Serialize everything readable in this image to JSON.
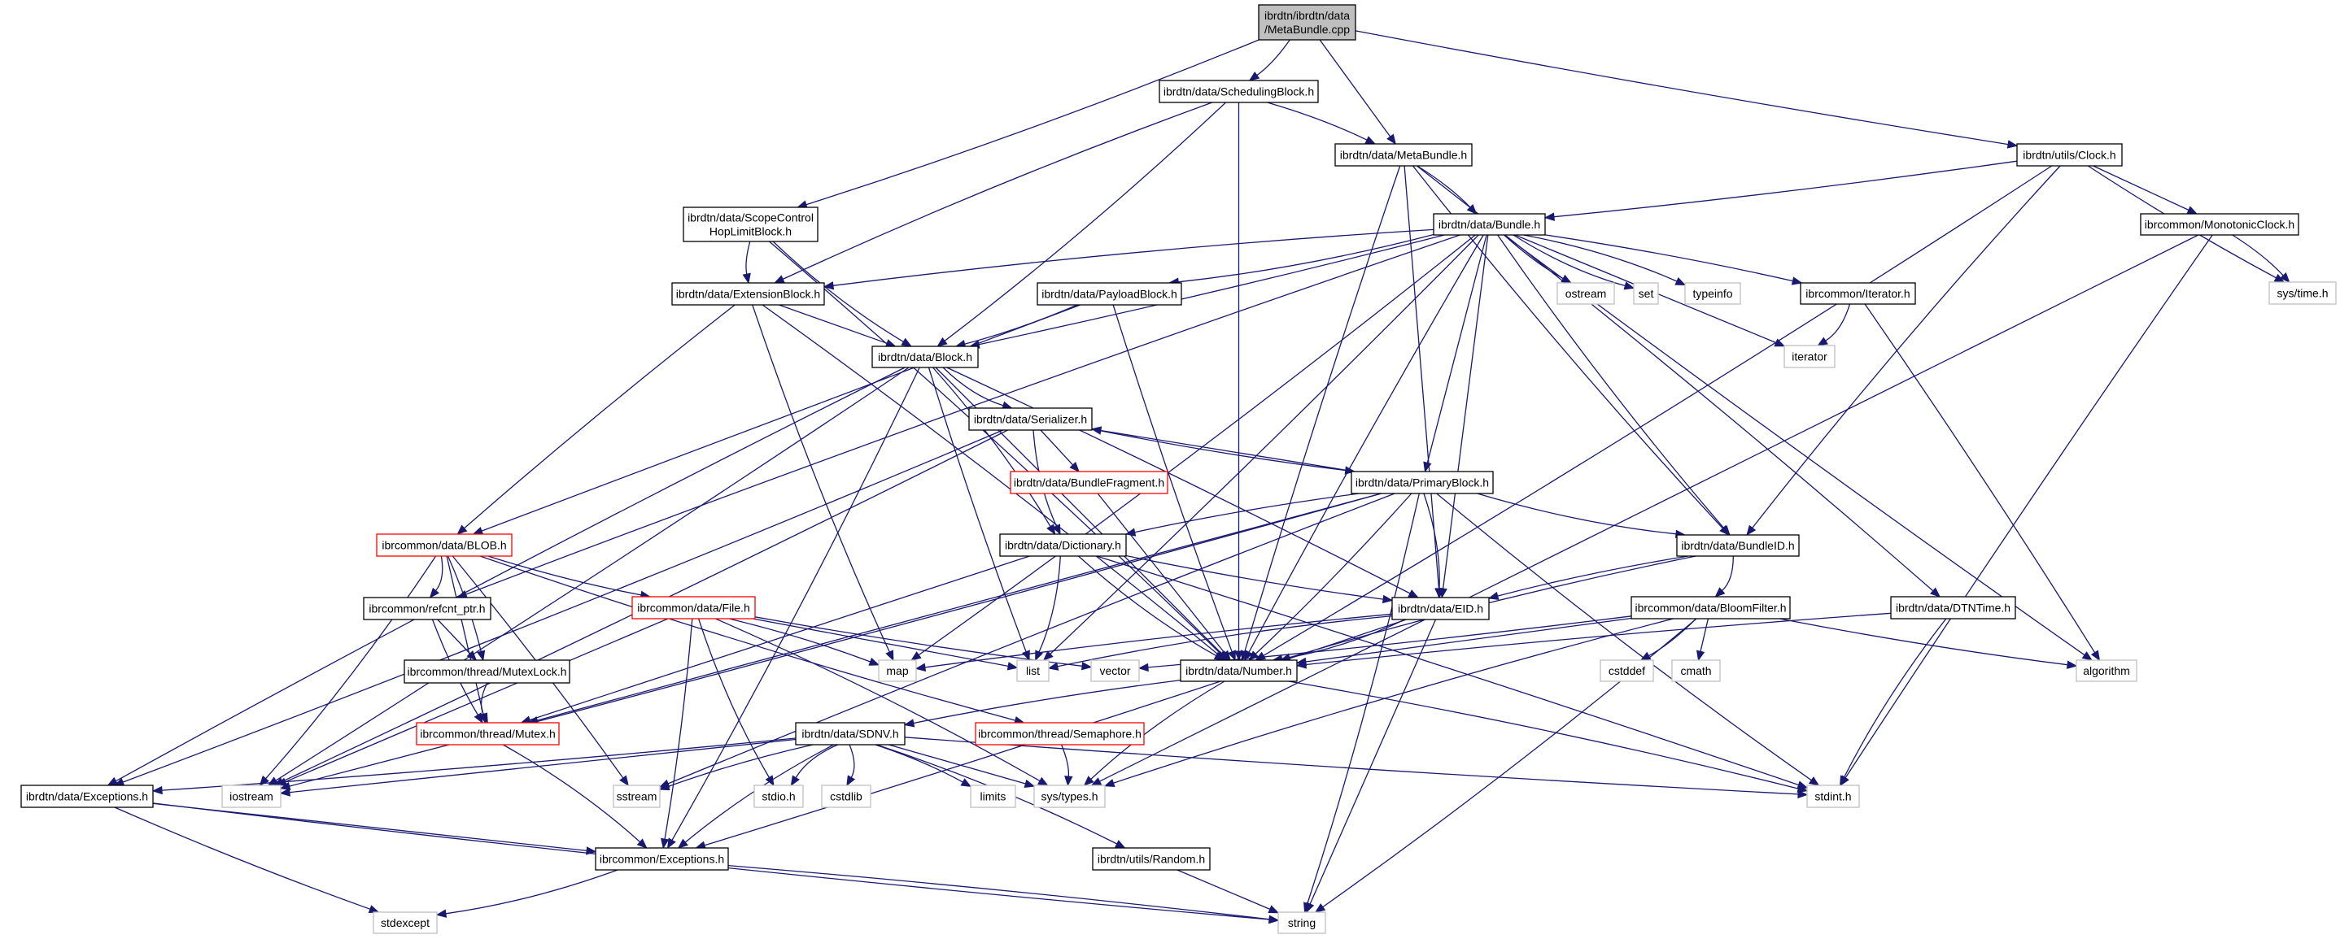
{
  "diagram": {
    "title": "ibrdtn/ibrdtn/data/MetaBundle.cpp include dependency graph",
    "colors": {
      "edge": "#191970",
      "root_fill": "#bfbfbf",
      "missing_border": "#ff0000",
      "system_border": "#bfbfbf",
      "node_border": "#000000"
    },
    "nodes": [
      {
        "id": "root",
        "label": [
          "ibrdtn/ibrdtn/data",
          "/MetaBundle.cpp"
        ],
        "kind": "root"
      },
      {
        "id": "SchedulingBlock",
        "label": [
          "ibrdtn/data/SchedulingBlock.h"
        ],
        "kind": "normal"
      },
      {
        "id": "MetaBundleH",
        "label": [
          "ibrdtn/data/MetaBundle.h"
        ],
        "kind": "normal"
      },
      {
        "id": "Clock",
        "label": [
          "ibrdtn/utils/Clock.h"
        ],
        "kind": "normal"
      },
      {
        "id": "ScopeControl",
        "label": [
          "ibrdtn/data/ScopeControl",
          "HopLimitBlock.h"
        ],
        "kind": "normal"
      },
      {
        "id": "Bundle",
        "label": [
          "ibrdtn/data/Bundle.h"
        ],
        "kind": "normal"
      },
      {
        "id": "MonotonicClock",
        "label": [
          "ibrcommon/MonotonicClock.h"
        ],
        "kind": "normal"
      },
      {
        "id": "systime",
        "label": [
          "sys/time.h"
        ],
        "kind": "system"
      },
      {
        "id": "ExtensionBlock",
        "label": [
          "ibrdtn/data/ExtensionBlock.h"
        ],
        "kind": "normal"
      },
      {
        "id": "PayloadBlock",
        "label": [
          "ibrdtn/data/PayloadBlock.h"
        ],
        "kind": "normal"
      },
      {
        "id": "ostream",
        "label": [
          "ostream"
        ],
        "kind": "system"
      },
      {
        "id": "set",
        "label": [
          "set"
        ],
        "kind": "system"
      },
      {
        "id": "typeinfo",
        "label": [
          "typeinfo"
        ],
        "kind": "system"
      },
      {
        "id": "Iterator",
        "label": [
          "ibrcommon/Iterator.h"
        ],
        "kind": "normal"
      },
      {
        "id": "iterator",
        "label": [
          "iterator"
        ],
        "kind": "system"
      },
      {
        "id": "Block",
        "label": [
          "ibrdtn/data/Block.h"
        ],
        "kind": "normal"
      },
      {
        "id": "Serializer",
        "label": [
          "ibrdtn/data/Serializer.h"
        ],
        "kind": "normal"
      },
      {
        "id": "BundleFragment",
        "label": [
          "ibrdtn/data/BundleFragment.h"
        ],
        "kind": "missing"
      },
      {
        "id": "PrimaryBlock",
        "label": [
          "ibrdtn/data/PrimaryBlock.h"
        ],
        "kind": "normal"
      },
      {
        "id": "BLOB",
        "label": [
          "ibrcommon/data/BLOB.h"
        ],
        "kind": "missing"
      },
      {
        "id": "Dictionary",
        "label": [
          "ibrdtn/data/Dictionary.h"
        ],
        "kind": "normal"
      },
      {
        "id": "BundleID",
        "label": [
          "ibrdtn/data/BundleID.h"
        ],
        "kind": "normal"
      },
      {
        "id": "refcnt",
        "label": [
          "ibrcommon/refcnt_ptr.h"
        ],
        "kind": "normal"
      },
      {
        "id": "File",
        "label": [
          "ibrcommon/data/File.h"
        ],
        "kind": "missing"
      },
      {
        "id": "EID",
        "label": [
          "ibrdtn/data/EID.h"
        ],
        "kind": "normal"
      },
      {
        "id": "BloomFilter",
        "label": [
          "ibrcommon/data/BloomFilter.h"
        ],
        "kind": "normal"
      },
      {
        "id": "DTNTime",
        "label": [
          "ibrdtn/data/DTNTime.h"
        ],
        "kind": "normal"
      },
      {
        "id": "MutexLock",
        "label": [
          "ibrcommon/thread/MutexLock.h"
        ],
        "kind": "normal"
      },
      {
        "id": "map",
        "label": [
          "map"
        ],
        "kind": "system"
      },
      {
        "id": "list",
        "label": [
          "list"
        ],
        "kind": "system"
      },
      {
        "id": "vector",
        "label": [
          "vector"
        ],
        "kind": "system"
      },
      {
        "id": "Number",
        "label": [
          "ibrdtn/data/Number.h"
        ],
        "kind": "normal"
      },
      {
        "id": "cstddef",
        "label": [
          "cstddef"
        ],
        "kind": "system"
      },
      {
        "id": "cmath",
        "label": [
          "cmath"
        ],
        "kind": "system"
      },
      {
        "id": "algorithm",
        "label": [
          "algorithm"
        ],
        "kind": "system"
      },
      {
        "id": "Mutex",
        "label": [
          "ibrcommon/thread/Mutex.h"
        ],
        "kind": "missing"
      },
      {
        "id": "SDNV",
        "label": [
          "ibrdtn/data/SDNV.h"
        ],
        "kind": "normal"
      },
      {
        "id": "Semaphore",
        "label": [
          "ibrcommon/thread/Semaphore.h"
        ],
        "kind": "missing"
      },
      {
        "id": "ExceptionsDtn",
        "label": [
          "ibrdtn/data/Exceptions.h"
        ],
        "kind": "normal"
      },
      {
        "id": "iostream",
        "label": [
          "iostream"
        ],
        "kind": "system"
      },
      {
        "id": "sstream",
        "label": [
          "sstream"
        ],
        "kind": "system"
      },
      {
        "id": "stdio",
        "label": [
          "stdio.h"
        ],
        "kind": "system"
      },
      {
        "id": "cstdlib",
        "label": [
          "cstdlib"
        ],
        "kind": "system"
      },
      {
        "id": "limits",
        "label": [
          "limits"
        ],
        "kind": "system"
      },
      {
        "id": "systypes",
        "label": [
          "sys/types.h"
        ],
        "kind": "system"
      },
      {
        "id": "stdint",
        "label": [
          "stdint.h"
        ],
        "kind": "system"
      },
      {
        "id": "ExceptionsCommon",
        "label": [
          "ibrcommon/Exceptions.h"
        ],
        "kind": "normal"
      },
      {
        "id": "Random",
        "label": [
          "ibrdtn/utils/Random.h"
        ],
        "kind": "normal"
      },
      {
        "id": "stdexcept",
        "label": [
          "stdexcept"
        ],
        "kind": "system"
      },
      {
        "id": "string",
        "label": [
          "string"
        ],
        "kind": "system"
      }
    ],
    "edges": [
      [
        "root",
        "ScopeControl"
      ],
      [
        "root",
        "SchedulingBlock"
      ],
      [
        "root",
        "MetaBundleH"
      ],
      [
        "root",
        "Clock"
      ],
      [
        "SchedulingBlock",
        "ExtensionBlock"
      ],
      [
        "SchedulingBlock",
        "Block"
      ],
      [
        "SchedulingBlock",
        "MetaBundleH"
      ],
      [
        "SchedulingBlock",
        "Number"
      ],
      [
        "ScopeControl",
        "ExtensionBlock"
      ],
      [
        "ScopeControl",
        "Block"
      ],
      [
        "ScopeControl",
        "Number"
      ],
      [
        "MetaBundleH",
        "Bundle"
      ],
      [
        "MetaBundleH",
        "EID"
      ],
      [
        "MetaBundleH",
        "Number"
      ],
      [
        "MetaBundleH",
        "BundleID"
      ],
      [
        "MetaBundleH",
        "DTNTime"
      ],
      [
        "Clock",
        "Bundle"
      ],
      [
        "Clock",
        "MonotonicClock"
      ],
      [
        "Clock",
        "systime"
      ],
      [
        "Clock",
        "BundleID"
      ],
      [
        "Clock",
        "Number"
      ],
      [
        "MonotonicClock",
        "systime"
      ],
      [
        "MonotonicClock",
        "systypes"
      ],
      [
        "MonotonicClock",
        "stdint"
      ],
      [
        "Bundle",
        "ExtensionBlock"
      ],
      [
        "Bundle",
        "PayloadBlock"
      ],
      [
        "Bundle",
        "Block"
      ],
      [
        "Bundle",
        "PrimaryBlock"
      ],
      [
        "Bundle",
        "ostream"
      ],
      [
        "Bundle",
        "set"
      ],
      [
        "Bundle",
        "typeinfo"
      ],
      [
        "Bundle",
        "Iterator"
      ],
      [
        "Bundle",
        "iterator"
      ],
      [
        "Bundle",
        "algorithm"
      ],
      [
        "Bundle",
        "refcnt"
      ],
      [
        "Bundle",
        "map"
      ],
      [
        "Bundle",
        "list"
      ],
      [
        "Bundle",
        "EID"
      ],
      [
        "Bundle",
        "Number"
      ],
      [
        "Bundle",
        "BundleID"
      ],
      [
        "Iterator",
        "iterator"
      ],
      [
        "Iterator",
        "algorithm"
      ],
      [
        "ExtensionBlock",
        "Block"
      ],
      [
        "ExtensionBlock",
        "BLOB"
      ],
      [
        "ExtensionBlock",
        "map"
      ],
      [
        "ExtensionBlock",
        "Number"
      ],
      [
        "PayloadBlock",
        "Block"
      ],
      [
        "PayloadBlock",
        "BLOB"
      ],
      [
        "PayloadBlock",
        "Number"
      ],
      [
        "Block",
        "Serializer"
      ],
      [
        "Block",
        "Dictionary"
      ],
      [
        "Block",
        "EID"
      ],
      [
        "Block",
        "Number"
      ],
      [
        "Block",
        "list"
      ],
      [
        "Block",
        "ExceptionsDtn"
      ],
      [
        "Block",
        "ExceptionsCommon"
      ],
      [
        "Block",
        "iostream"
      ],
      [
        "Serializer",
        "BundleFragment"
      ],
      [
        "Serializer",
        "PrimaryBlock"
      ],
      [
        "Serializer",
        "Dictionary"
      ],
      [
        "Serializer",
        "ExceptionsDtn"
      ],
      [
        "Serializer",
        "iostream"
      ],
      [
        "PrimaryBlock",
        "Serializer"
      ],
      [
        "PrimaryBlock",
        "Dictionary"
      ],
      [
        "PrimaryBlock",
        "BundleID"
      ],
      [
        "PrimaryBlock",
        "EID"
      ],
      [
        "PrimaryBlock",
        "Number"
      ],
      [
        "PrimaryBlock",
        "Mutex"
      ],
      [
        "PrimaryBlock",
        "sstream"
      ],
      [
        "PrimaryBlock",
        "stdint"
      ],
      [
        "PrimaryBlock",
        "string"
      ],
      [
        "PrimaryBlock",
        "iostream"
      ],
      [
        "BundleFragment",
        "Number"
      ],
      [
        "Dictionary",
        "EID"
      ],
      [
        "Dictionary",
        "Number"
      ],
      [
        "Dictionary",
        "list"
      ],
      [
        "Dictionary",
        "stdint"
      ],
      [
        "Dictionary",
        "Mutex"
      ],
      [
        "BundleID",
        "EID"
      ],
      [
        "BundleID",
        "Number"
      ],
      [
        "BundleID",
        "BloomFilter"
      ],
      [
        "BloomFilter",
        "cstddef"
      ],
      [
        "BloomFilter",
        "cmath"
      ],
      [
        "BloomFilter",
        "algorithm"
      ],
      [
        "BloomFilter",
        "systypes"
      ],
      [
        "BloomFilter",
        "string"
      ],
      [
        "BloomFilter",
        "vector"
      ],
      [
        "BloomFilter",
        "Number"
      ],
      [
        "DTNTime",
        "Number"
      ],
      [
        "DTNTime",
        "stdint"
      ],
      [
        "EID",
        "Number"
      ],
      [
        "EID",
        "ExceptionsCommon"
      ],
      [
        "EID",
        "string"
      ],
      [
        "EID",
        "map"
      ],
      [
        "EID",
        "list"
      ],
      [
        "BLOB",
        "refcnt"
      ],
      [
        "BLOB",
        "MutexLock"
      ],
      [
        "BLOB",
        "Mutex"
      ],
      [
        "BLOB",
        "File"
      ],
      [
        "BLOB",
        "Semaphore"
      ],
      [
        "BLOB",
        "iostream"
      ],
      [
        "BLOB",
        "sstream"
      ],
      [
        "refcnt",
        "MutexLock"
      ],
      [
        "refcnt",
        "Mutex"
      ],
      [
        "MutexLock",
        "Mutex"
      ],
      [
        "Mutex",
        "ExceptionsCommon"
      ],
      [
        "File",
        "map"
      ],
      [
        "File",
        "list"
      ],
      [
        "File",
        "vector"
      ],
      [
        "File",
        "stdio"
      ],
      [
        "File",
        "systypes"
      ],
      [
        "File",
        "ExceptionsCommon"
      ],
      [
        "File",
        "iostream"
      ],
      [
        "Number",
        "SDNV"
      ],
      [
        "Number",
        "systypes"
      ],
      [
        "Number",
        "stdint"
      ],
      [
        "SDNV",
        "ExceptionsDtn"
      ],
      [
        "SDNV",
        "iostream"
      ],
      [
        "SDNV",
        "sstream"
      ],
      [
        "SDNV",
        "stdio"
      ],
      [
        "SDNV",
        "cstdlib"
      ],
      [
        "SDNV",
        "limits"
      ],
      [
        "SDNV",
        "systypes"
      ],
      [
        "SDNV",
        "stdint"
      ],
      [
        "SDNV",
        "ExceptionsCommon"
      ],
      [
        "SDNV",
        "Random"
      ],
      [
        "Semaphore",
        "systypes"
      ],
      [
        "ExceptionsDtn",
        "ExceptionsCommon"
      ],
      [
        "ExceptionsDtn",
        "stdexcept"
      ],
      [
        "ExceptionsDtn",
        "string"
      ],
      [
        "ExceptionsCommon",
        "stdexcept"
      ],
      [
        "ExceptionsCommon",
        "string"
      ],
      [
        "Random",
        "string"
      ]
    ]
  }
}
